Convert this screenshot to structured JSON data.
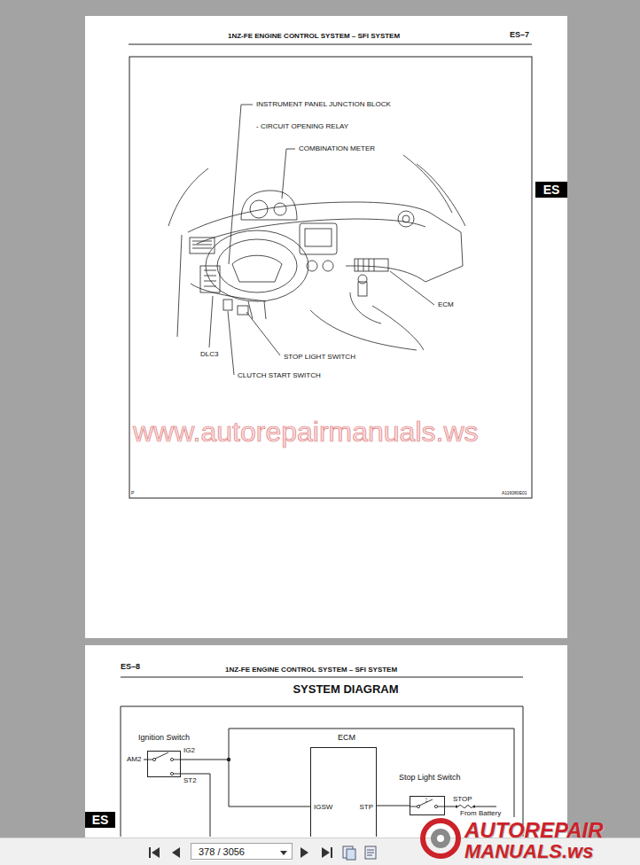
{
  "diagram": {
    "title": "SYSTEM DIAGRAM",
    "nodes": [
      {
        "text": [
          "ES"
        ]
      },
      {
        "text": [
          "Ignition Switch"
        ]
      },
      {
        "text": [
          "ECM",
          "IGSW",
          "STP"
        ]
      },
      {
        "text": [
          "Stop Light Switch"
        ]
      },
      {
        "text": [
          "ES"
        ]
      },
      {
        "text": [
          "378 / 3056"
        ]
      }
    ],
    "edges": [
      {
        "from": 1,
        "to": 2,
        "arrow": "none"
      },
      {
        "from": 3,
        "to": 2,
        "arrow": "none"
      }
    ],
    "labels": [
      "1NZ-FE ENGINE CONTROL SYSTEM – SFI SYSTEM",
      "ES–7",
      "INSTRUMENT PANEL JUNCTION BLOCK",
      "- CIRCUIT OPENING RELAY",
      "COMBINATION METER",
      "ECM",
      "DLC3",
      "STOP LIGHT SWITCH",
      "CLUTCH START SWITCH",
      "www.autorepairmanuals.ws",
      "P",
      "A116080E01",
      "ES–8",
      "1NZ-FE ENGINE CONTROL SYSTEM – SFI SYSTEM",
      "AM2",
      "IG2",
      "ST2",
      "STOP",
      "From Battery",
      "AUTOREPAIR",
      "MANUALS.ws"
    ]
  }
}
